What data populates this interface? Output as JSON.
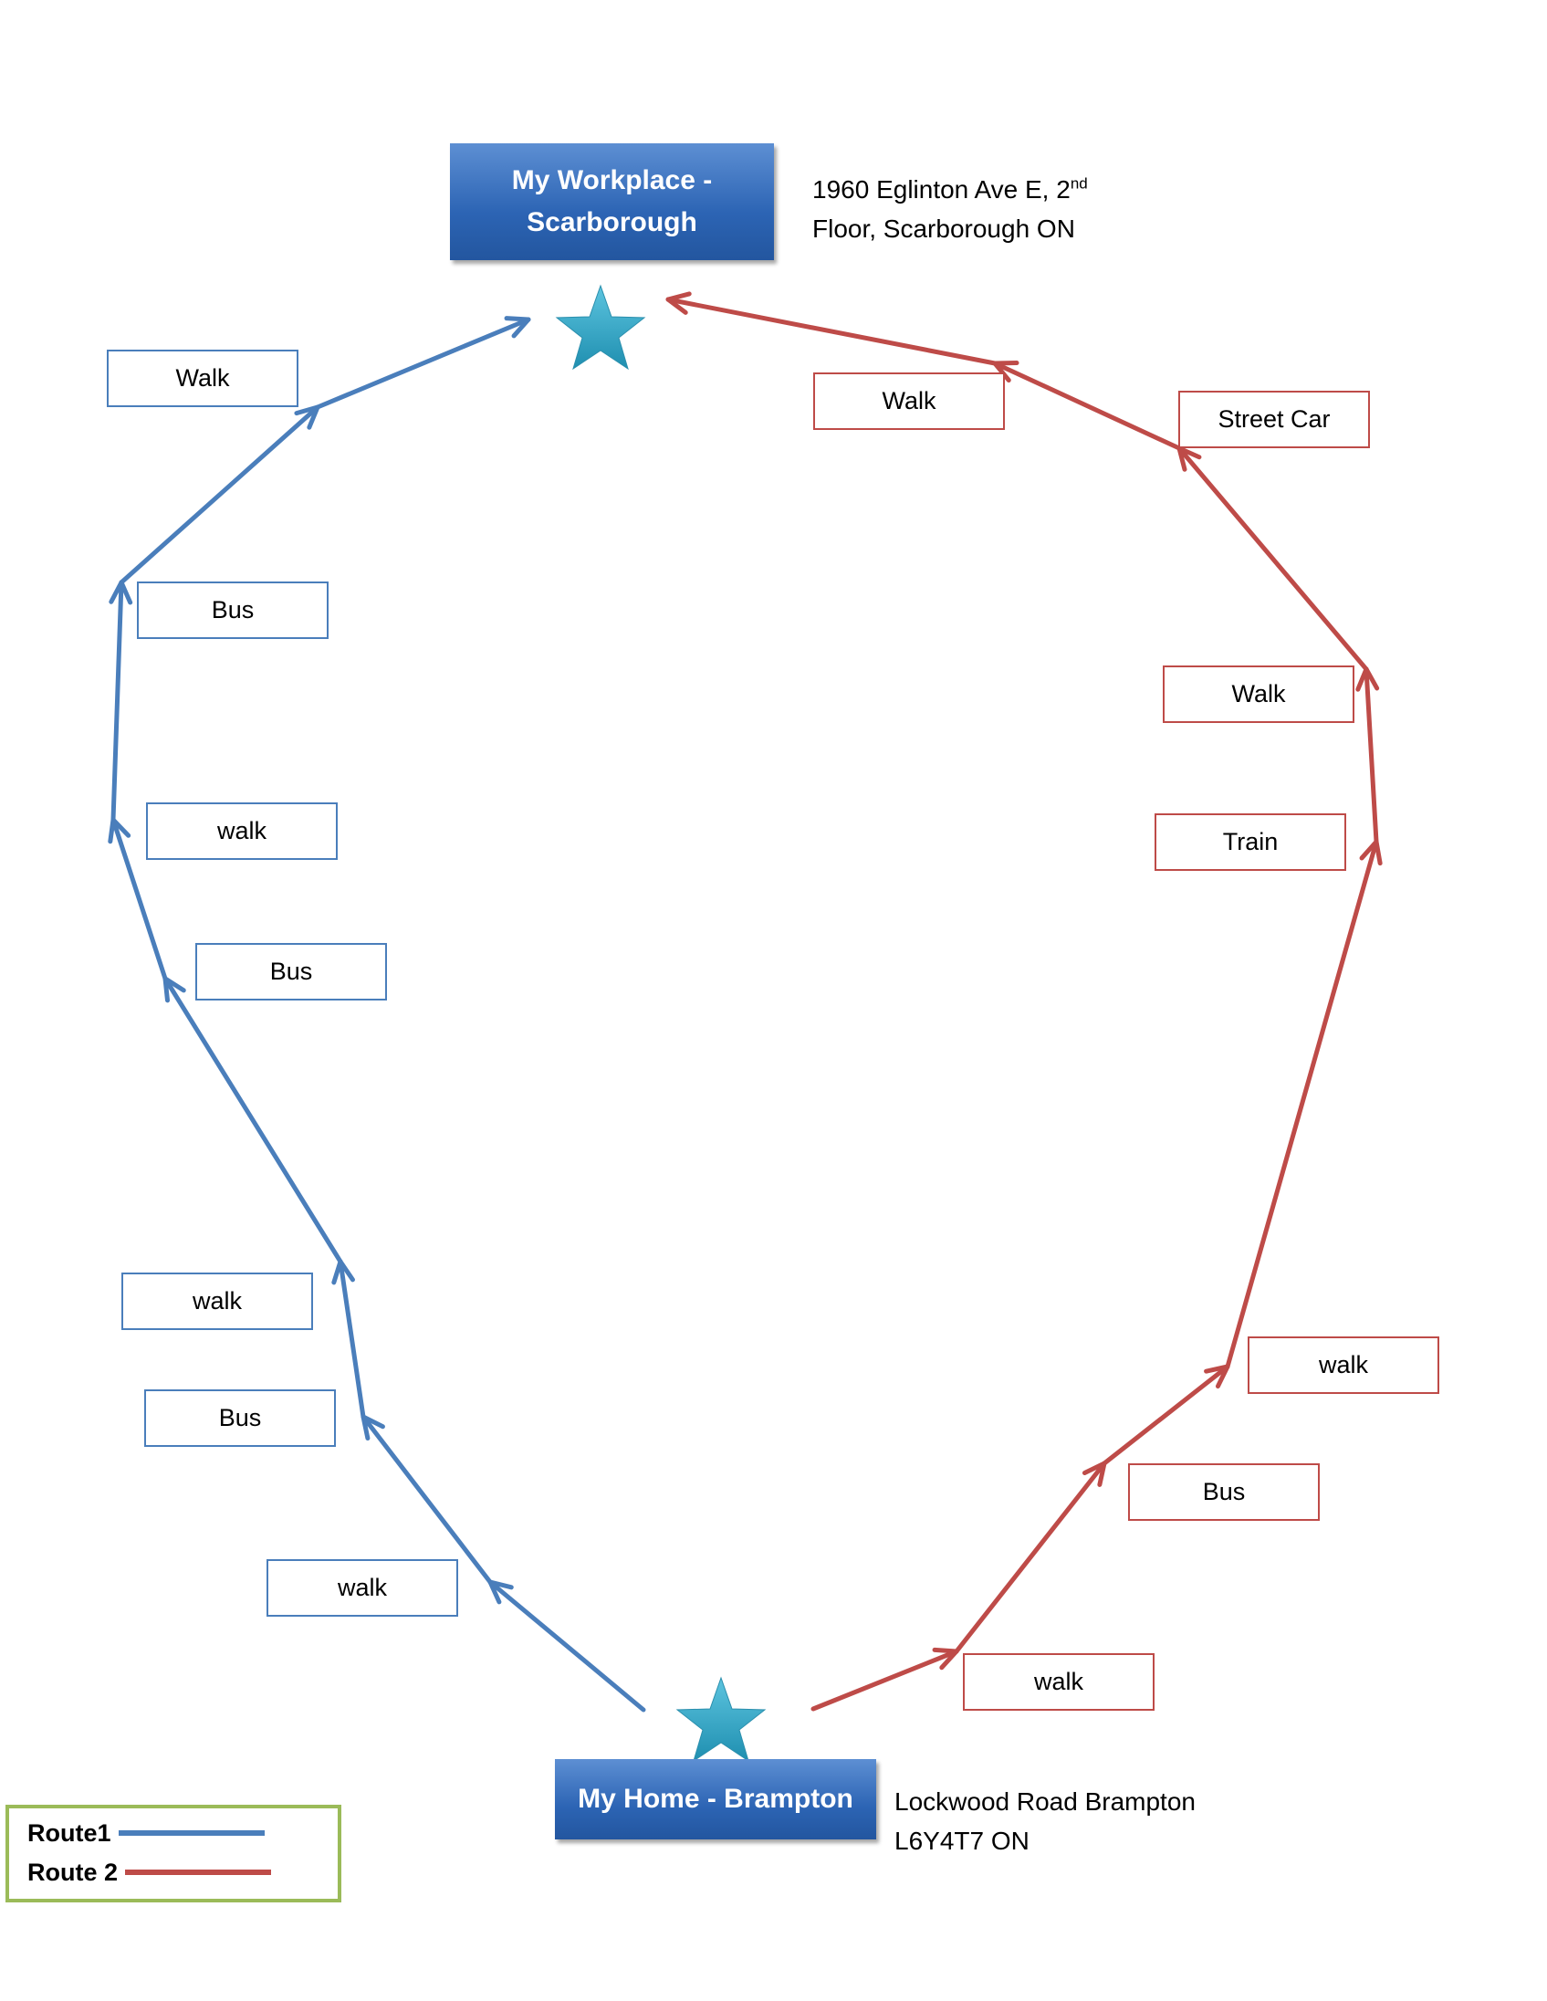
{
  "colors": {
    "route1": "#4a7ebb",
    "route2": "#be4b48",
    "star": "#31a5c4",
    "legend_border": "#9bbb59"
  },
  "workplace": {
    "label": "My Workplace -\nScarborough",
    "address_line1": "1960 Eglinton Ave E, 2",
    "address_sup": "nd",
    "address_line2": "Floor, Scarborough ON"
  },
  "home": {
    "label": "My Home - Brampton",
    "address_line1": "Lockwood Road Brampton",
    "address_line2": "L6Y4T7 ON"
  },
  "route1_steps": [
    "walk",
    "Bus",
    "walk",
    "Bus",
    "walk",
    "Bus",
    "Walk"
  ],
  "route2_steps": [
    "walk",
    "Bus",
    "walk",
    "Train",
    "Walk",
    "Street Car",
    "Walk"
  ],
  "legend": {
    "route1": "Route1",
    "route2": "Route 2"
  }
}
